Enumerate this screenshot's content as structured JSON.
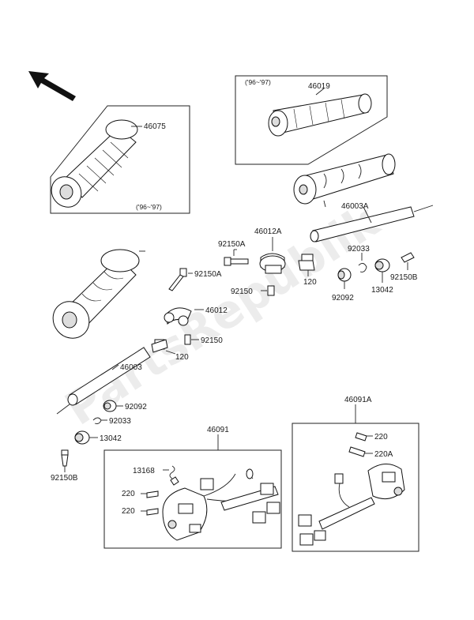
{
  "labels": {
    "l46075": "46075",
    "l96_97_a": "('96~'97)",
    "l46019": "46019",
    "l96_97_b": "('96~'97)",
    "l46003A": "46003A",
    "l46012A": "46012A",
    "l92150A_1": "92150A",
    "l92150A_2": "92150A",
    "l92150_1": "92150",
    "l120_1": "120",
    "l92033_1": "92033",
    "l92092_1": "92092",
    "l13042_1": "13042",
    "l92150B_1": "92150B",
    "l46012": "46012",
    "l92150_2": "92150",
    "l120_2": "120",
    "l46003": "46003",
    "l92092_2": "92092",
    "l92033_2": "92033",
    "l13042_2": "13042",
    "l92150B_2": "92150B",
    "l46091": "46091",
    "l13168": "13168",
    "l220_1": "220",
    "l220_2": "220",
    "l46091A": "46091A",
    "l220_3": "220",
    "l220A": "220A"
  },
  "watermark": "PartsRepublik"
}
